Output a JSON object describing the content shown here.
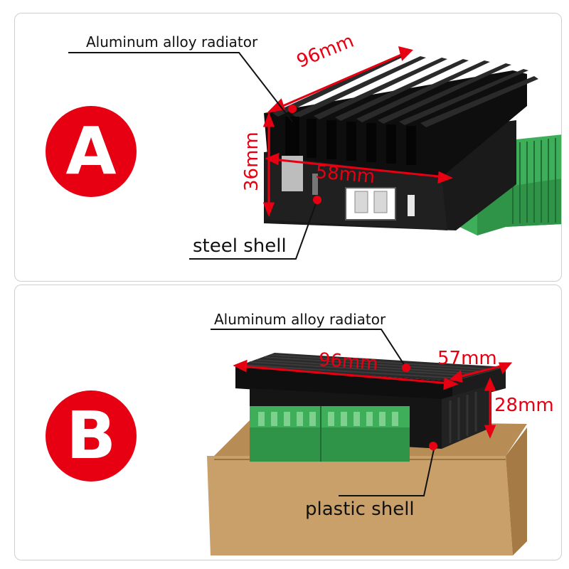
{
  "panel_a": {
    "badge": "A",
    "radiator_label": "Aluminum alloy radiator",
    "shell_label": "steel shell",
    "length_dim": "96mm",
    "height_dim": "36mm",
    "width_dim": "58mm"
  },
  "panel_b": {
    "badge": "B",
    "radiator_label": "Aluminum alloy radiator",
    "shell_label": "plastic shell",
    "length_dim": "96mm",
    "width_dim": "57mm",
    "height_dim": "28mm"
  },
  "colors": {
    "accent_red": "#e60012",
    "heatsink_black": "#111111",
    "terminal_green": "#3fae5a",
    "box_kraft": "#c9a06a"
  }
}
